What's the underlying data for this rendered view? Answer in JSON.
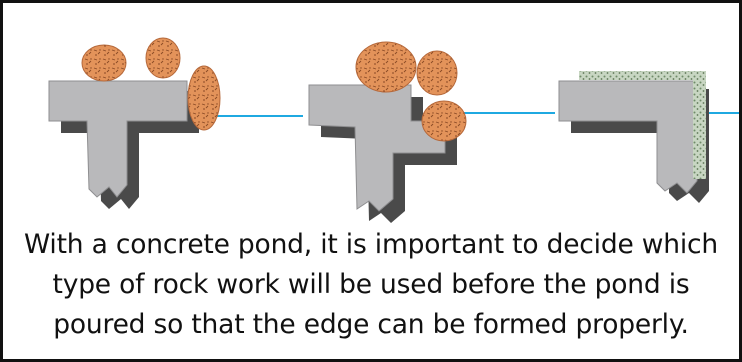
{
  "caption": {
    "line1": "With a concrete pond, it is important to decide which",
    "line2": "type of rock work will be used before the pond is",
    "line3": "poured so that the edge can be formed properly."
  },
  "colors": {
    "frame": "#111111",
    "concrete": "#b9b9bb",
    "concrete_shadow": "#4a4a4a",
    "rock": "#e3935a",
    "rock_speckle": "#8a4a25",
    "water": "#1fa9e1",
    "stone_edging": "#9fb59a"
  },
  "panels": [
    {
      "id": "rounded-rocks-on-top-and-side"
    },
    {
      "id": "rocks-set-into-notched-edge"
    },
    {
      "id": "flat-stone-edging"
    }
  ]
}
